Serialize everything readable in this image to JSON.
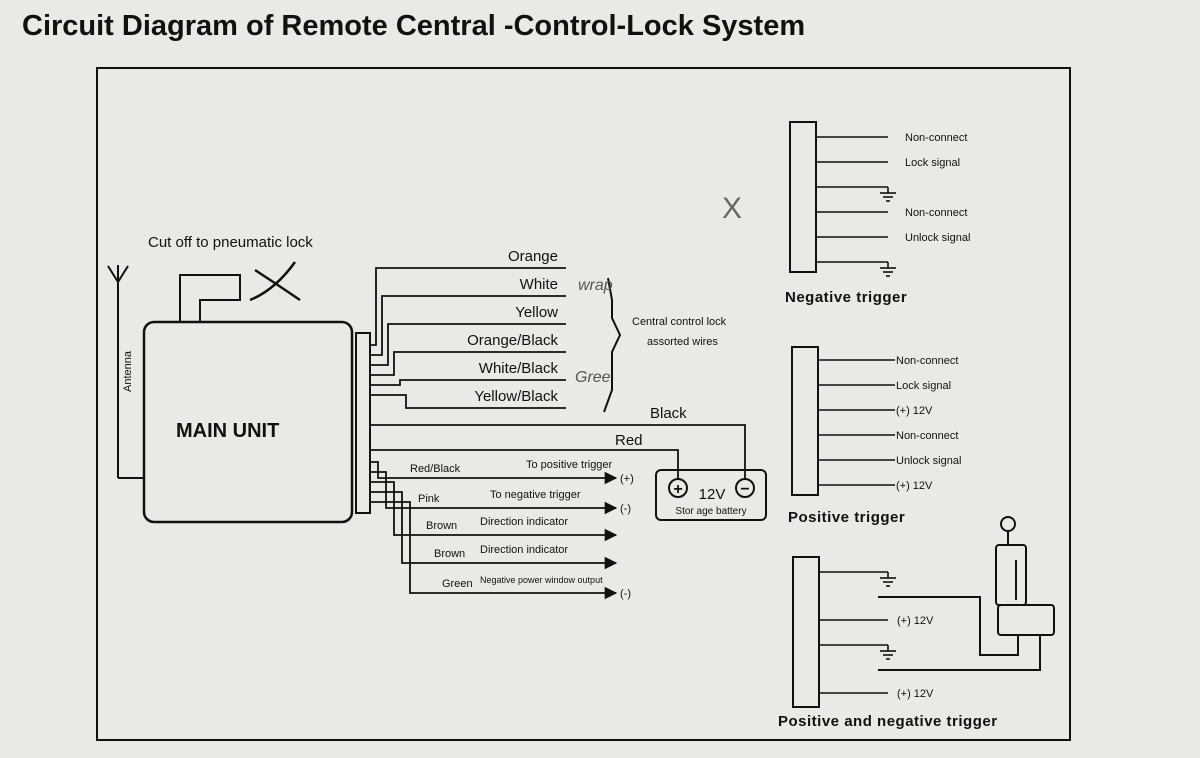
{
  "title": "Circuit Diagram of Remote Central -Control-Lock System",
  "main_unit": {
    "label": "MAIN UNIT",
    "antenna": "Antenna",
    "cutoff": "Cut off to pneumatic lock"
  },
  "lock_wires": [
    "Orange",
    "White",
    "Yellow",
    "Orange/Black",
    "White/Black",
    "Yellow/Black"
  ],
  "lock_group": {
    "line1": "Central control lock",
    "line2": "assorted wires"
  },
  "power": {
    "black": "Black",
    "red": "Red",
    "battery_volt": "12V",
    "battery_label": "Stor age battery",
    "plus": "+",
    "minus": "−"
  },
  "outputs": [
    {
      "wire": "Red/Black",
      "desc": "To positive trigger",
      "polarity": "(+)"
    },
    {
      "wire": "Pink",
      "desc": "To negative trigger",
      "polarity": "(-)"
    },
    {
      "wire": "Brown",
      "desc": "Direction indicator",
      "polarity": ""
    },
    {
      "wire": "Brown",
      "desc": "Direction indicator",
      "polarity": ""
    },
    {
      "wire": "Green",
      "desc": "Negative power window output",
      "polarity": "(-)"
    }
  ],
  "handwriting": {
    "mark_x": "X",
    "note1": "wrap",
    "note2": "Gree"
  },
  "negative_trigger": {
    "caption": "Negative trigger",
    "pins": [
      "Non-connect",
      "Lock signal",
      "",
      "Non-connect",
      "Unlock signal",
      ""
    ]
  },
  "positive_trigger": {
    "caption": "Positive trigger",
    "pins": [
      "Non-connect",
      "Lock signal",
      "(+) 12V",
      "Non-connect",
      "Unlock signal",
      "(+) 12V"
    ]
  },
  "posneg_trigger": {
    "caption": "Positive and negative trigger",
    "pins": [
      "",
      "(+) 12V",
      "",
      "(+) 12V"
    ]
  }
}
